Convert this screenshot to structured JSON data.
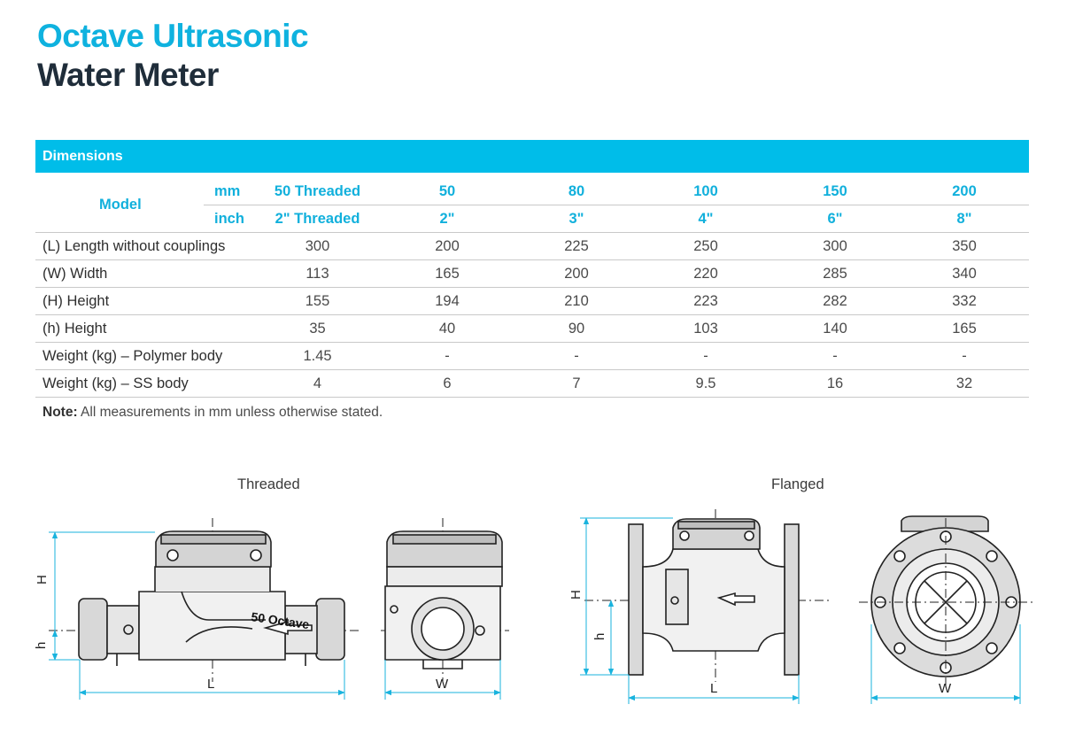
{
  "title": {
    "line1": "Octave Ultrasonic",
    "line2": "Water Meter"
  },
  "section": {
    "label": "Dimensions"
  },
  "table": {
    "model_label": "Model",
    "unit_mm": "mm",
    "unit_inch": "inch",
    "models_mm": [
      "50 Threaded",
      "50",
      "80",
      "100",
      "150",
      "200"
    ],
    "models_inch": [
      "2\" Threaded",
      "2\"",
      "3\"",
      "4\"",
      "6\"",
      "8\""
    ],
    "rows": [
      {
        "label": "(L) Length without couplings",
        "values": [
          "300",
          "200",
          "225",
          "250",
          "300",
          "350"
        ]
      },
      {
        "label": "(W) Width",
        "values": [
          "113",
          "165",
          "200",
          "220",
          "285",
          "340"
        ]
      },
      {
        "label": "(H) Height",
        "values": [
          "155",
          "194",
          "210",
          "223",
          "282",
          "332"
        ]
      },
      {
        "label": "(h) Height",
        "values": [
          "35",
          "40",
          "90",
          "103",
          "140",
          "165"
        ]
      },
      {
        "label": "Weight (kg) – Polymer body",
        "values": [
          "1.45",
          "-",
          "-",
          "-",
          "-",
          "-"
        ]
      },
      {
        "label": "Weight (kg) – SS body",
        "values": [
          "4",
          "6",
          "7",
          "9.5",
          "16",
          "32"
        ]
      }
    ]
  },
  "note": {
    "label": "Note:",
    "text": " All measurements in mm unless otherwise stated."
  },
  "diagrams": {
    "threaded_caption": "Threaded",
    "flanged_caption": "Flanged",
    "dim_H": "H",
    "dim_h": "h",
    "dim_L": "L",
    "dim_W": "W",
    "body_label": "50 Octave"
  }
}
